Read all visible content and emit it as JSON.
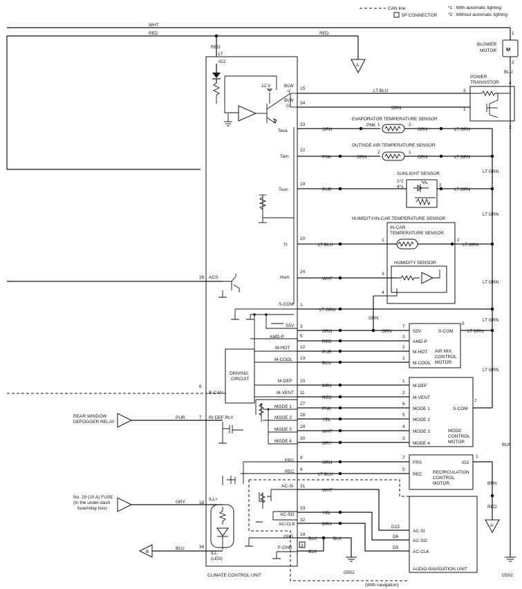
{
  "legend": {
    "can_line": "CAN line",
    "fp_connector": "5P CONNECTOR",
    "note1": "*1 : With automatic lighting",
    "note2": "*2 : Without automatic lighting"
  },
  "top_wires": {
    "wht": "WHT",
    "red": "RED",
    "red_right": "RED",
    "red_drop": "RED",
    "connector_a": "A"
  },
  "blower": {
    "label1": "BLOWER",
    "label2": "MOTOR",
    "symbol": "M",
    "pin1": "1",
    "pin2": "2",
    "blu": "BLU"
  },
  "power_transistor": {
    "label1": "POWER",
    "label2": "TRANSISTOR",
    "pin3": "3",
    "pin4": "4",
    "pin1": "1",
    "pin2": "2"
  },
  "ccu": {
    "title": "CLIMATE CONTROL UNIT",
    "ig2_pin": "17",
    "ig2": "IG2",
    "v12": "12 V",
    "blw_v": [
      "BLW",
      "-V"
    ],
    "blw_g": [
      "BLW",
      "G"
    ],
    "teva": "Teva",
    "tam": "Tam",
    "tsun": "Tsun",
    "tr": "Tr",
    "hum": "Hum",
    "acs_pin": "26",
    "acs": "ACS",
    "scom": "S-COM",
    "s5v": "S5V",
    "amdp": "AMD-P",
    "mhot": "M-HOT",
    "mcool": "M-COOL",
    "mdef": "M-DEF",
    "mvent": "M-VENT",
    "driving1": "DRIVING",
    "driving2": "CIRCUIT",
    "bcan_pin": "6",
    "bcan": "B-CAN",
    "mode1": "MODE 1",
    "mode2": "MODE 2",
    "mode3": "MODE 3",
    "mode4": "MODE 4",
    "rrdef_pin": "7",
    "rrdef": "Rr DEF RLY",
    "frs": "FRS",
    "rec": "REC",
    "acsi": "AC-SI",
    "acso": "AC-SO",
    "acclk": "AC-CLK",
    "illp_pin": "18",
    "illp": "ILL+",
    "gnd": "GND",
    "fgnd": "F-GND",
    "illm_pin": "36",
    "illm1": "ILL-",
    "illm2": "(LED)"
  },
  "pins": {
    "p15": "15",
    "p34": "34",
    "p23": "23",
    "p22": "22",
    "p19": "19",
    "p20": "20",
    "p24": "24",
    "p1": "1",
    "p3": "3",
    "p5": "5",
    "p12": "12",
    "p13": "13",
    "p10": "10",
    "p11": "11",
    "p27": "27",
    "p28": "28",
    "p29": "29",
    "p30": "30",
    "p9": "9",
    "p8": "8",
    "p31": "31",
    "p33": "33",
    "p32": "32",
    "p14": "14",
    "p3b": "3"
  },
  "wires": {
    "lt_blu": "LT BLU",
    "orn": "ORN",
    "orn2": "ORN",
    "pnk": "PNK",
    "pur": "PUR",
    "wht": "WHT",
    "lt_grn": "LT GRN",
    "grn": "GRN",
    "red": "RED",
    "blu": "BLU",
    "brn": "BRN",
    "yel": "YEL",
    "gry": "GRY",
    "blk": "BLK"
  },
  "sensors": {
    "evap": "EVAPORATOR TEMPERATURE SENSOR",
    "outside": "OUTSIDE AIR TEMPERATURE SENSOR",
    "sunlight": "SUNLIGHT SENSOR",
    "sun_pins": [
      "1*2",
      "4*1",
      "2"
    ],
    "humidity_incar": "HUMIDITY/IN-CAR TEMPERATURE SENSOR",
    "incar1": "IN-CAR",
    "incar2": "TEMPERATURE SENSOR",
    "humidity": "HUMIDITY SENSOR"
  },
  "air_mix": {
    "s5v": "S5V",
    "scom": "S-COM",
    "amdp": "AMD-P",
    "mhot": "M-HOT",
    "mcool": "M-COOL",
    "title": [
      "AIR MIX",
      "CONTROL",
      "MOTOR"
    ],
    "pins": [
      "7",
      "3",
      "2",
      "1",
      "5"
    ]
  },
  "mode_motor": {
    "mdef": "M-DEF",
    "mvent": "M-VENT",
    "m1": "MODE 1",
    "m2": "MODE 2",
    "m3": "MODE 3",
    "m4": "MODE 4",
    "scom": "S-COM",
    "title": [
      "MODE",
      "CONTROL",
      "MOTOR"
    ],
    "pins": [
      "1",
      "2",
      "6",
      "5",
      "4",
      "3",
      "7"
    ]
  },
  "recirc": {
    "frs": "FRS",
    "rec": "REC",
    "ig2": "IG2",
    "title": [
      "RECIRCULATION",
      "CONTROL",
      "MOTOR"
    ],
    "pins": [
      "7",
      "5",
      "1"
    ]
  },
  "audio": {
    "title": "AUDIO-NAVIGATION UNIT",
    "d15": "D15",
    "d6": "D6",
    "d5": "D5",
    "acsi": "AC-SI",
    "acso": "AC-SO",
    "acclk": "AC-CLK",
    "with_nav": "(With navigation)"
  },
  "rear": {
    "line1": "REAR WINDOW",
    "line2": "DEFOGGER RELAY",
    "wire": "PUR"
  },
  "fuse": {
    "line1": "No. 29 (10 A) FUSE",
    "line2": "(In the under-dash",
    "line3": "fuse/relay box)",
    "wire": "GRY"
  },
  "grounds": {
    "g1": "G502",
    "g2": "G502"
  },
  "connectors": {
    "a": "A",
    "b": "B"
  },
  "right_side": {
    "brn": "BRN",
    "red": "RED",
    "blk": "BLK"
  }
}
